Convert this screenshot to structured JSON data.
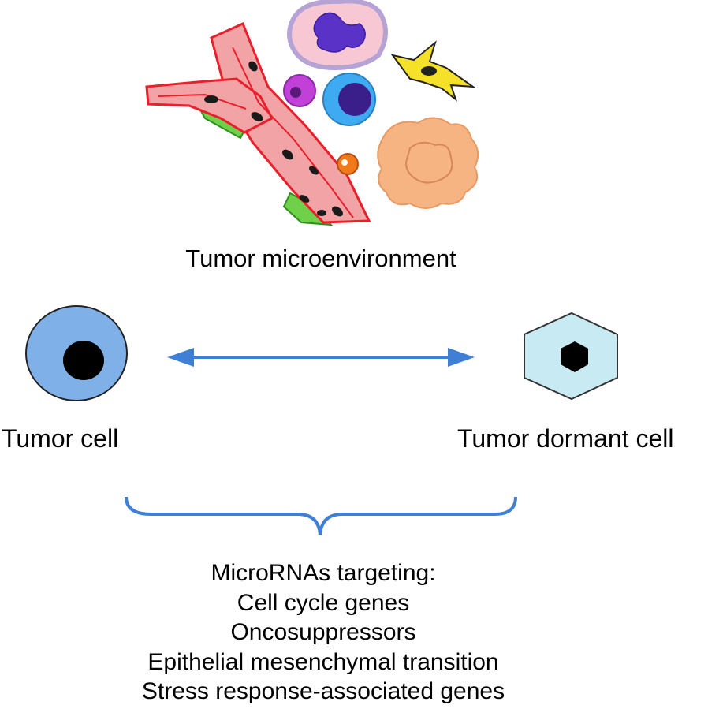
{
  "labels": {
    "microenvironment": "Tumor microenvironment",
    "tumor_cell": "Tumor cell",
    "dormant_cell": "Tumor dormant cell"
  },
  "targets": {
    "heading": "MicroRNAs targeting:",
    "items": [
      "Cell cycle genes",
      "Oncosuppressors",
      "Epithelial mesenchymal transition",
      "Stress response-associated genes"
    ]
  },
  "colors": {
    "arrow": "#3f7fd6",
    "brace": "#3f7fd6",
    "tumor_cell_fill": "#7fb1e8",
    "dormant_cell_fill": "#c8eaf2",
    "vessel": "#f2a3a6",
    "vessel_edge": "#e8202b"
  },
  "icons": [
    "blood-vessel-icon",
    "neutrophil-icon",
    "lymphocyte-icon",
    "monocyte-icon",
    "fibroblast-icon",
    "macrophage-icon",
    "platelet-icon",
    "tumor-cell-icon",
    "dormant-cell-icon",
    "double-arrow-icon",
    "curly-brace-icon"
  ]
}
